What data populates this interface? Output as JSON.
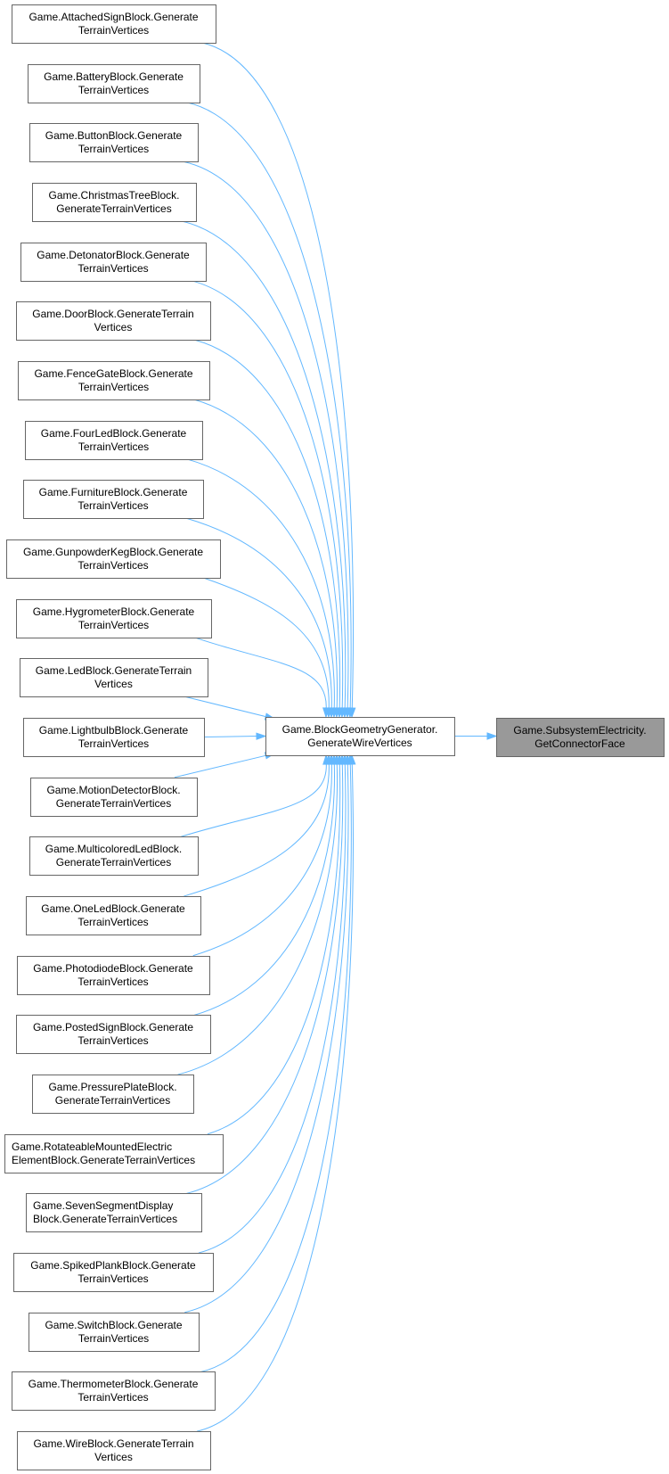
{
  "diagram": {
    "type": "call-graph",
    "colors": {
      "edge": "#63b8ff",
      "node_border": "#666666",
      "node_fill": "#ffffff",
      "focus_node_fill": "#999999"
    },
    "focus_node": {
      "id": "n_target",
      "lines": [
        "Game.SubsystemElectricity.",
        "GetConnectorFace"
      ]
    },
    "middle_node": {
      "id": "n_mid",
      "lines": [
        "Game.BlockGeometryGenerator.",
        "GenerateWireVertices"
      ]
    },
    "caller_nodes": [
      {
        "id": "c0",
        "lines": [
          "Game.AttachedSignBlock.Generate",
          "TerrainVertices"
        ]
      },
      {
        "id": "c1",
        "lines": [
          "Game.BatteryBlock.Generate",
          "TerrainVertices"
        ]
      },
      {
        "id": "c2",
        "lines": [
          "Game.ButtonBlock.Generate",
          "TerrainVertices"
        ]
      },
      {
        "id": "c3",
        "lines": [
          "Game.ChristmasTreeBlock.",
          "GenerateTerrainVertices"
        ]
      },
      {
        "id": "c4",
        "lines": [
          "Game.DetonatorBlock.Generate",
          "TerrainVertices"
        ]
      },
      {
        "id": "c5",
        "lines": [
          "Game.DoorBlock.GenerateTerrain",
          "Vertices"
        ]
      },
      {
        "id": "c6",
        "lines": [
          "Game.FenceGateBlock.Generate",
          "TerrainVertices"
        ]
      },
      {
        "id": "c7",
        "lines": [
          "Game.FourLedBlock.Generate",
          "TerrainVertices"
        ]
      },
      {
        "id": "c8",
        "lines": [
          "Game.FurnitureBlock.Generate",
          "TerrainVertices"
        ]
      },
      {
        "id": "c9",
        "lines": [
          "Game.GunpowderKegBlock.Generate",
          "TerrainVertices"
        ]
      },
      {
        "id": "c10",
        "lines": [
          "Game.HygrometerBlock.Generate",
          "TerrainVertices"
        ]
      },
      {
        "id": "c11",
        "lines": [
          "Game.LedBlock.GenerateTerrain",
          "Vertices"
        ]
      },
      {
        "id": "c12",
        "lines": [
          "Game.LightbulbBlock.Generate",
          "TerrainVertices"
        ]
      },
      {
        "id": "c13",
        "lines": [
          "Game.MotionDetectorBlock.",
          "GenerateTerrainVertices"
        ]
      },
      {
        "id": "c14",
        "lines": [
          "Game.MulticoloredLedBlock.",
          "GenerateTerrainVertices"
        ]
      },
      {
        "id": "c15",
        "lines": [
          "Game.OneLedBlock.Generate",
          "TerrainVertices"
        ]
      },
      {
        "id": "c16",
        "lines": [
          "Game.PhotodiodeBlock.Generate",
          "TerrainVertices"
        ]
      },
      {
        "id": "c17",
        "lines": [
          "Game.PostedSignBlock.Generate",
          "TerrainVertices"
        ]
      },
      {
        "id": "c18",
        "lines": [
          "Game.PressurePlateBlock.",
          "GenerateTerrainVertices"
        ]
      },
      {
        "id": "c19",
        "lines": [
          "Game.RotateableMountedElectric",
          "ElementBlock.GenerateTerrainVertices"
        ],
        "align": "left"
      },
      {
        "id": "c20",
        "lines": [
          "Game.SevenSegmentDisplay",
          "Block.GenerateTerrainVertices"
        ],
        "align": "left"
      },
      {
        "id": "c21",
        "lines": [
          "Game.SpikedPlankBlock.Generate",
          "TerrainVertices"
        ]
      },
      {
        "id": "c22",
        "lines": [
          "Game.SwitchBlock.Generate",
          "TerrainVertices"
        ]
      },
      {
        "id": "c23",
        "lines": [
          "Game.ThermometerBlock.Generate",
          "TerrainVertices"
        ]
      },
      {
        "id": "c24",
        "lines": [
          "Game.WireBlock.GenerateTerrain",
          "Vertices"
        ]
      }
    ],
    "edges_note": "each caller node calls the middle node; the middle node calls the focus node"
  }
}
